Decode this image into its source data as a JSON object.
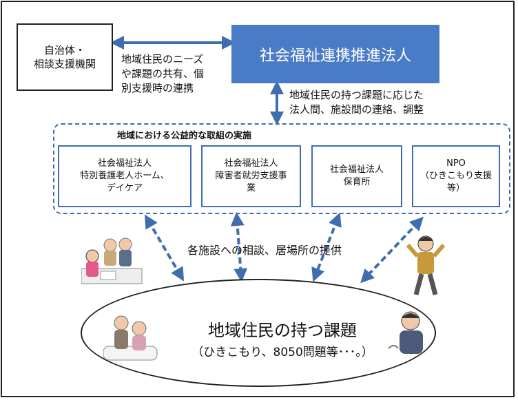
{
  "local_gov": {
    "line1": "自治体・",
    "line2": "相談支援機関"
  },
  "corporation": "社会福祉連携推進法人",
  "link_text": {
    "line1": "地域住民のニーズ",
    "line2": "や課題の共有、個",
    "line3": "別支援時の連携"
  },
  "coord_text": {
    "line1": "地域住民の持つ課題に応じた",
    "line2": "法人間、施設間の連絡、調整"
  },
  "initiative_title": "地域における公益的な取組の実施",
  "facilities": [
    {
      "lines": [
        "社会福祉法人",
        "特別養護老人ホーム、",
        "デイケア"
      ]
    },
    {
      "lines": [
        "社会福祉法人",
        "障害者就労支援事",
        "業"
      ]
    },
    {
      "lines": [
        "社会福祉法人",
        "保育所"
      ]
    },
    {
      "lines": [
        "NPO",
        "（ひきこもり支援",
        "等）"
      ]
    }
  ],
  "consult_text": "各施設への相談、居場所の提供",
  "issues": {
    "title": "地域住民の持つ課題",
    "subtitle": "（ひきこもり、8050問題等･･･。）"
  },
  "colors": {
    "blue_box": "#4a7bc6",
    "arrow": "#3e6db0"
  }
}
